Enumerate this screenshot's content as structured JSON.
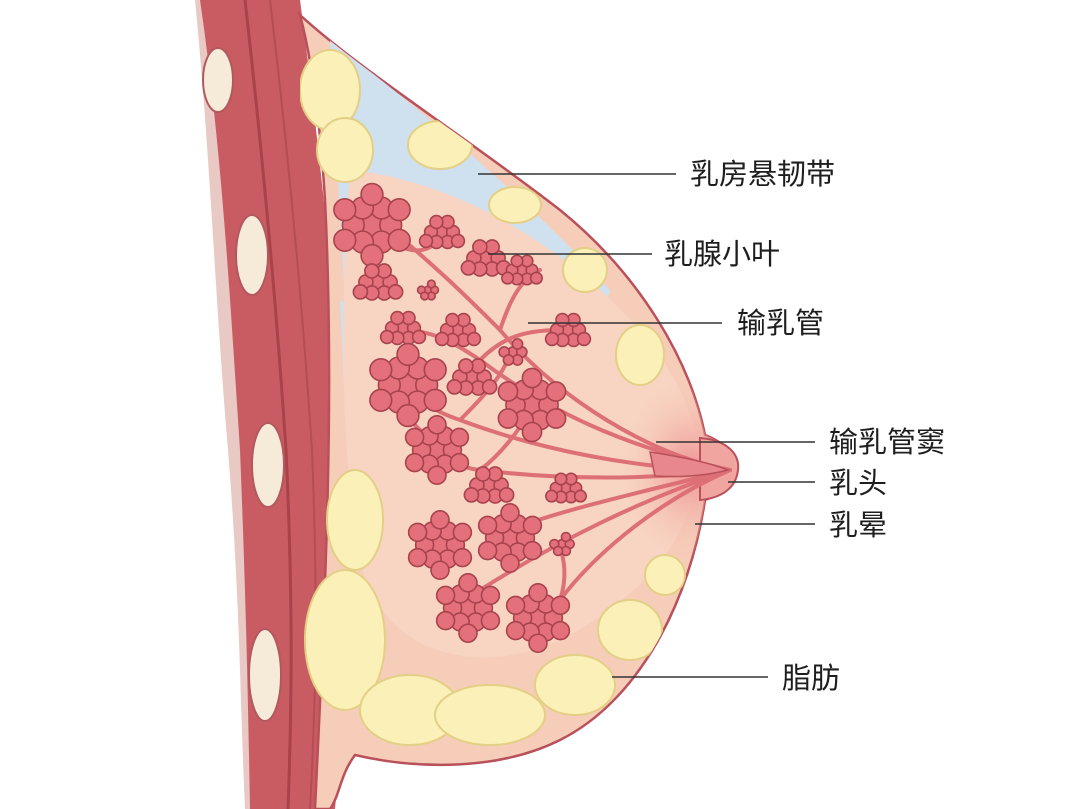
{
  "labels": {
    "suspensory_ligament": "乳房悬韧带",
    "lobule": "乳腺小叶",
    "duct": "输乳管",
    "sinus": "输乳管窦",
    "nipple": "乳头",
    "areola": "乳晕",
    "fat": "脂肪"
  },
  "colors": {
    "muscle": "#c95c63",
    "muscle_dark": "#a9424b",
    "breast_fill": "#f6cdb9",
    "gland_bg": "#f8d4c2",
    "ligament_blue": "#cfe0ef",
    "fat": "#fbf0b8",
    "fat_edge": "#e3cf86",
    "lobule": "#e3707b",
    "lobule_edge": "#a8434e",
    "duct": "#dd6f77",
    "areola": "#f2a0a0",
    "skin_outline": "#b9505a"
  }
}
